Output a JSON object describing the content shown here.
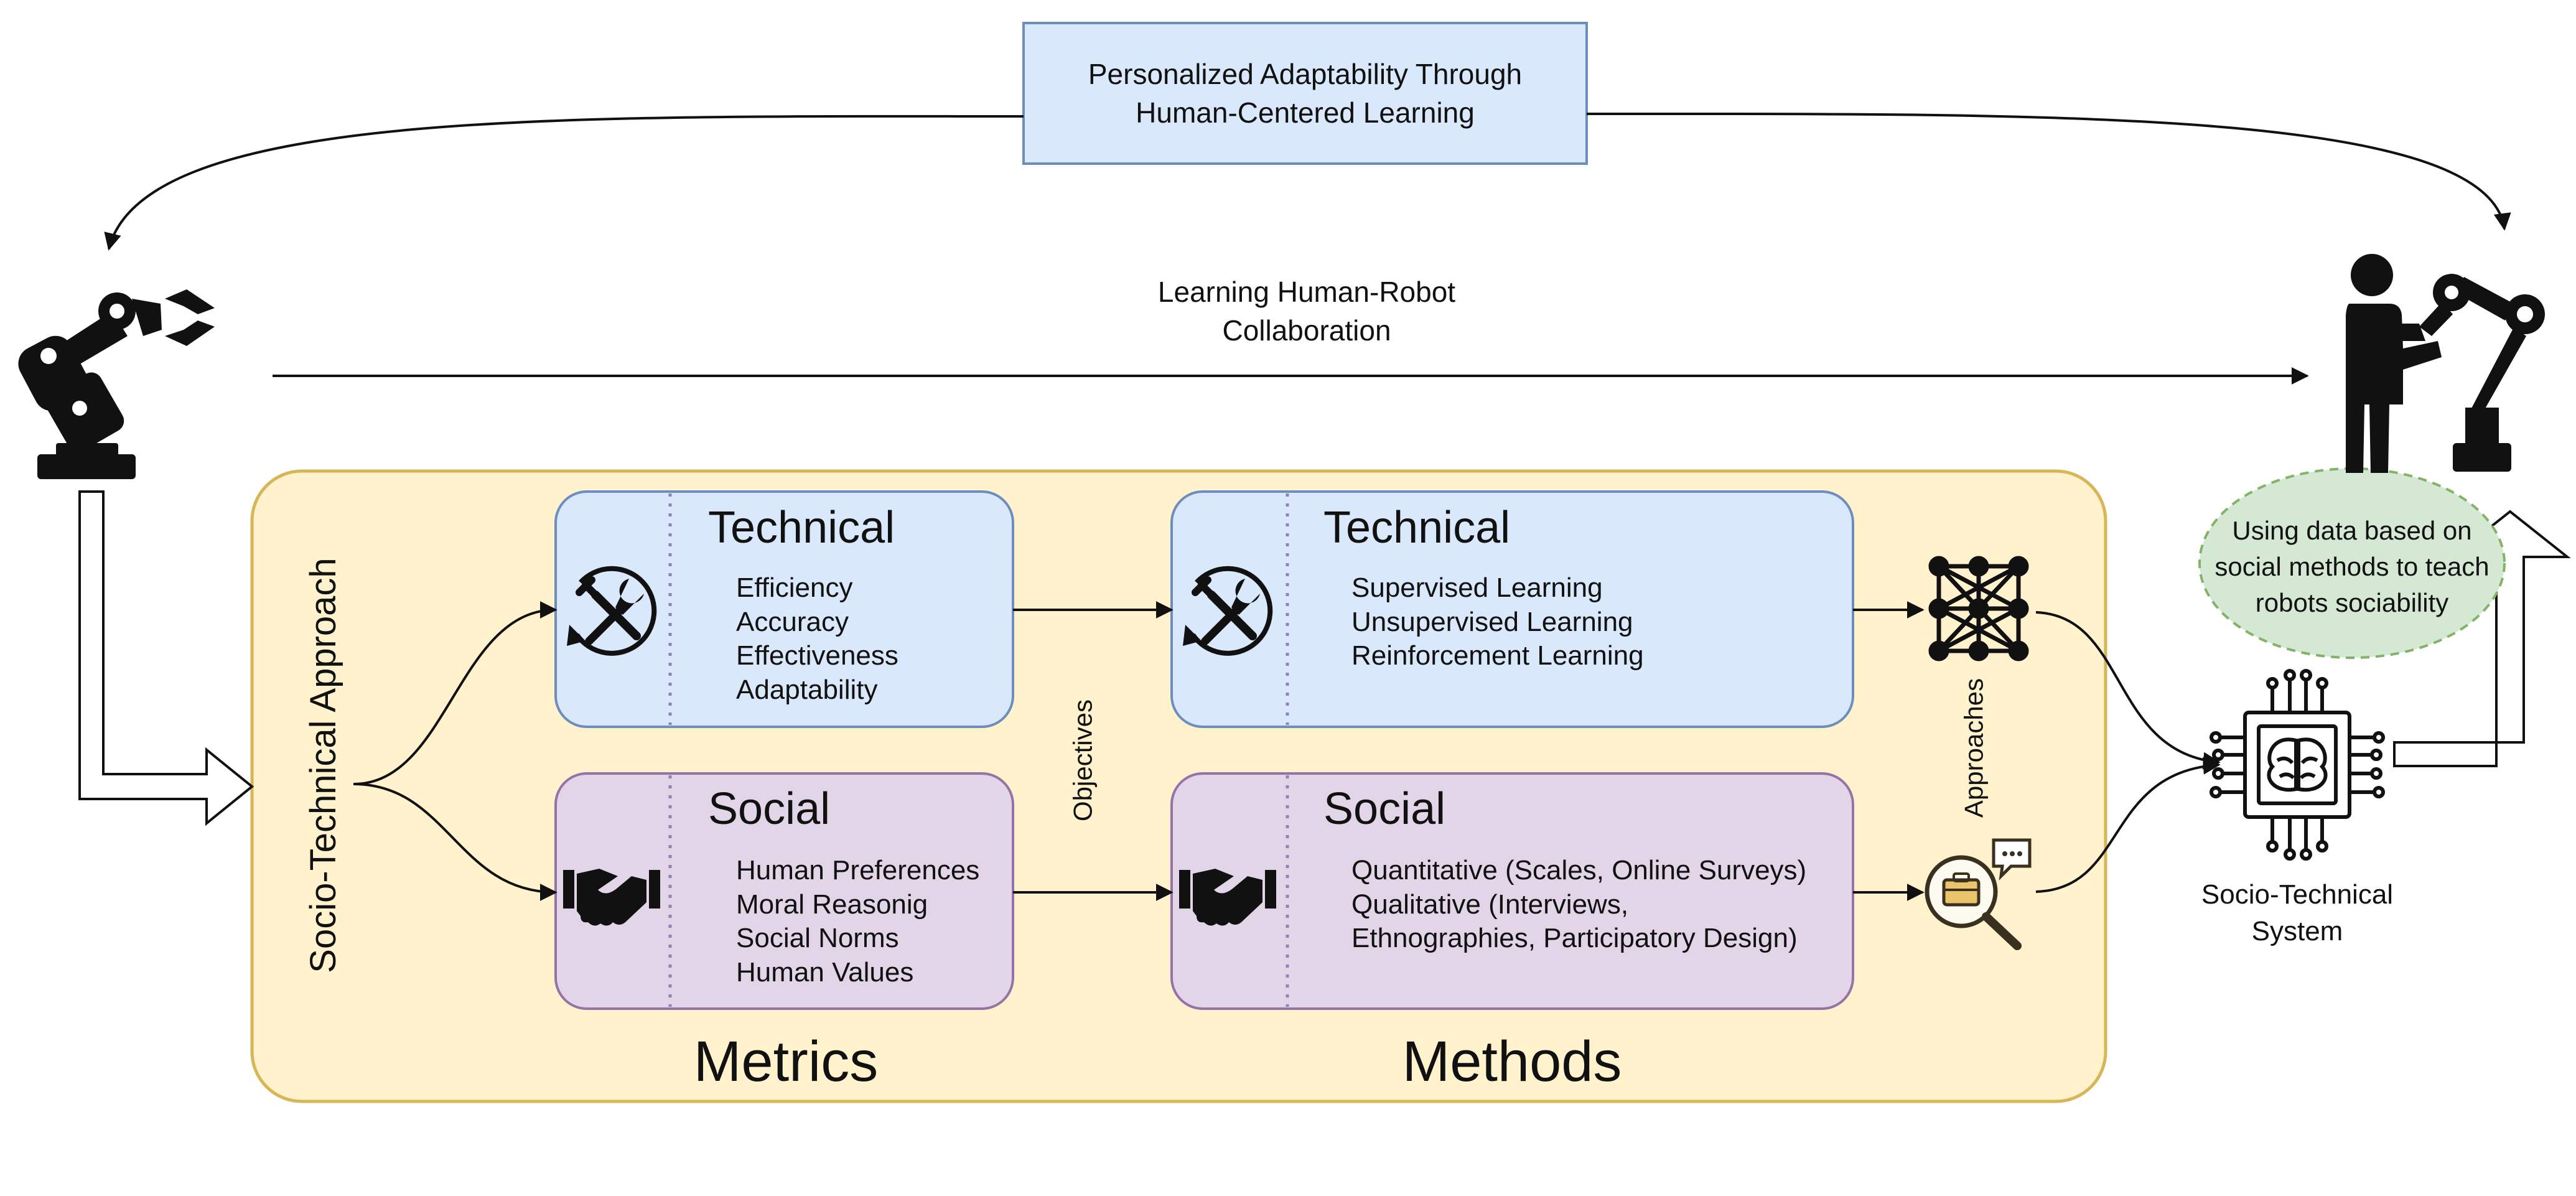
{
  "top_box": {
    "line1": "Personalized Adaptability Through",
    "line2": "Human-Centered Learning"
  },
  "collab_label": {
    "line1": "Learning Human-Robot",
    "line2": "Collaboration"
  },
  "approach_title": "Socio-Technical Approach",
  "metrics": {
    "label": "Metrics",
    "technical": {
      "title": "Technical",
      "items": [
        "Efficiency",
        "Accuracy",
        "Effectiveness",
        "Adaptability"
      ]
    },
    "social": {
      "title": "Social",
      "items": [
        "Human Preferences",
        "Moral Reasonig",
        "Social Norms",
        "Human Values"
      ]
    }
  },
  "objectives_label": "Objectives",
  "methods": {
    "label": "Methods",
    "technical": {
      "title": "Technical",
      "items": [
        "Supervised Learning",
        "Unsupervised Learning",
        "Reinforcement Learning"
      ]
    },
    "social": {
      "title": "Social",
      "items": [
        "Quantitative (Scales, Online Surveys)",
        "Qualitative (Interviews,",
        "Ethnographies, Participatory Design)"
      ]
    }
  },
  "approaches_label": "Approaches",
  "social_note": {
    "line1": "Using data based on",
    "line2": "social methods to teach",
    "line3": "robots sociability"
  },
  "system_label": {
    "line1": "Socio-Technical",
    "line2": "System"
  },
  "icons": {
    "robot_arm": "robot-arm-icon",
    "human_robot": "human-robot-icon",
    "tools": "tools-icon",
    "handshake": "handshake-icon",
    "neural_net": "neural-network-icon",
    "research": "magnifier-briefcase-icon",
    "brain_chip": "brain-chip-icon"
  },
  "colors": {
    "outer_panel_fill": "#fff2cc",
    "outer_panel_stroke": "#d6b656",
    "technical_fill": "#dae8fc",
    "technical_stroke": "#6c8ebf",
    "social_fill": "#e1d5e7",
    "social_stroke": "#9673a6",
    "note_fill": "#d5e8d4",
    "note_stroke": "#82b366"
  }
}
